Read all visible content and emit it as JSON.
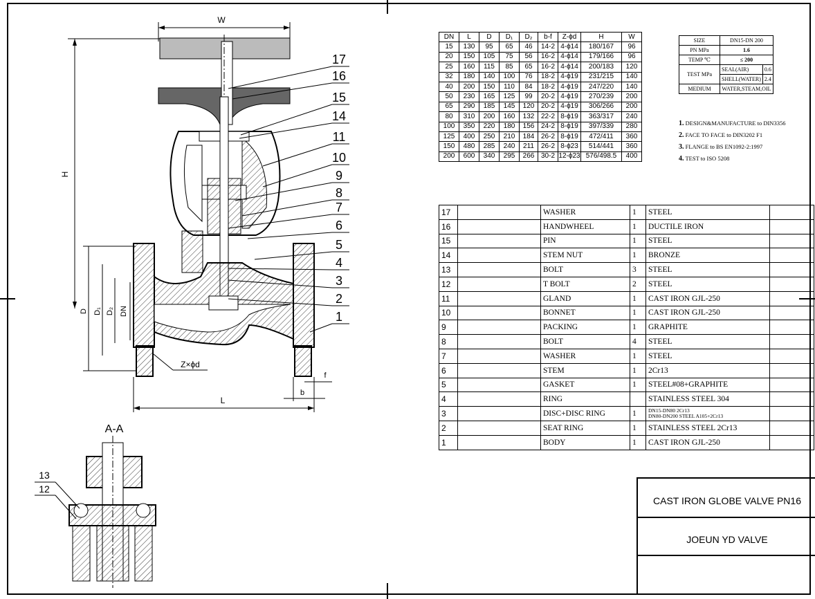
{
  "drawing": {
    "callouts": [
      "17",
      "16",
      "15",
      "14",
      "11",
      "10",
      "9",
      "8",
      "7",
      "6",
      "5",
      "4",
      "3",
      "2",
      "1"
    ],
    "dims": {
      "w": "W",
      "h": "H",
      "d": "D",
      "d1": "D₁",
      "d2": "D₂",
      "dn": "DN",
      "l": "L",
      "b": "b",
      "f": "f",
      "zxphid": "Z×ϕd"
    },
    "section_label": "A-A",
    "section_callouts": [
      "13",
      "12"
    ]
  },
  "dimension_table": {
    "headers": [
      "DN",
      "L",
      "D",
      "D₁",
      "D₂",
      "b-f",
      "Z-ϕd",
      "H",
      "W"
    ],
    "rows": [
      [
        "15",
        "130",
        "95",
        "65",
        "46",
        "14-2",
        "4-ϕ14",
        "180/167",
        "96"
      ],
      [
        "20",
        "150",
        "105",
        "75",
        "56",
        "16-2",
        "4-ϕ14",
        "179/166",
        "96"
      ],
      [
        "25",
        "160",
        "115",
        "85",
        "65",
        "16-2",
        "4-ϕ14",
        "200/183",
        "120"
      ],
      [
        "32",
        "180",
        "140",
        "100",
        "76",
        "18-2",
        "4-ϕ19",
        "231/215",
        "140"
      ],
      [
        "40",
        "200",
        "150",
        "110",
        "84",
        "18-2",
        "4-ϕ19",
        "247/220",
        "140"
      ],
      [
        "50",
        "230",
        "165",
        "125",
        "99",
        "20-2",
        "4-ϕ19",
        "270/239",
        "200"
      ],
      [
        "65",
        "290",
        "185",
        "145",
        "120",
        "20-2",
        "4-ϕ19",
        "306/266",
        "200"
      ],
      [
        "80",
        "310",
        "200",
        "160",
        "132",
        "22-2",
        "8-ϕ19",
        "363/317",
        "240"
      ],
      [
        "100",
        "350",
        "220",
        "180",
        "156",
        "24-2",
        "8-ϕ19",
        "397/339",
        "280"
      ],
      [
        "125",
        "400",
        "250",
        "210",
        "184",
        "26-2",
        "8-ϕ19",
        "472/411",
        "360"
      ],
      [
        "150",
        "480",
        "285",
        "240",
        "211",
        "26-2",
        "8-ϕ23",
        "514/441",
        "360"
      ],
      [
        "200",
        "600",
        "340",
        "295",
        "266",
        "30-2",
        "12-ϕ23",
        "576/498.5",
        "400"
      ]
    ]
  },
  "spec_table": {
    "size_label": "SIZE",
    "size_value": "DN15-DN 200",
    "pn_label": "PN MPa",
    "pn_value": "1.6",
    "temp_label": "TEMP ℃",
    "temp_value": "≤ 200",
    "test_label": "TEST MPa",
    "seal_label": "SEAL(AIR)",
    "seal_value": "0.6",
    "shell_label": "SHELL(WATER)",
    "shell_value": "2.4",
    "medium_label": "MEDIUM",
    "medium_value": "WATER,STEAM,OIL"
  },
  "notes": [
    {
      "num": "1.",
      "text": "DESIGN&MANUFACTURE to DIN3356"
    },
    {
      "num": "2.",
      "text": "FACE TO FACE to DIN3202 F1"
    },
    {
      "num": "3.",
      "text": "FLANGE to BS EN1092-2:1997"
    },
    {
      "num": "4.",
      "text": "TEST to ISO 5208"
    }
  ],
  "parts": [
    {
      "no": "17",
      "name": "WASHER",
      "qty": "1",
      "material": "STEEL"
    },
    {
      "no": "16",
      "name": "HANDWHEEL",
      "qty": "1",
      "material": "DUCTILE IRON"
    },
    {
      "no": "15",
      "name": "PIN",
      "qty": "1",
      "material": "STEEL"
    },
    {
      "no": "14",
      "name": "STEM NUT",
      "qty": "1",
      "material": "BRONZE"
    },
    {
      "no": "13",
      "name": "BOLT",
      "qty": "3",
      "material": "STEEL"
    },
    {
      "no": "12",
      "name": "T BOLT",
      "qty": "2",
      "material": "STEEL"
    },
    {
      "no": "11",
      "name": "GLAND",
      "qty": "1",
      "material": "CAST IRON GJL-250"
    },
    {
      "no": "10",
      "name": "BONNET",
      "qty": "1",
      "material": "CAST IRON GJL-250"
    },
    {
      "no": "9",
      "name": "PACKING",
      "qty": "1",
      "material": "GRAPHITE"
    },
    {
      "no": "8",
      "name": "BOLT",
      "qty": "4",
      "material": "STEEL"
    },
    {
      "no": "7",
      "name": "WASHER",
      "qty": "1",
      "material": "STEEL"
    },
    {
      "no": "6",
      "name": "STEM",
      "qty": "1",
      "material": "2Cr13"
    },
    {
      "no": "5",
      "name": "GASKET",
      "qty": "1",
      "material": "STEEL#08+GRAPHITE"
    },
    {
      "no": "4",
      "name": "RING",
      "qty": "",
      "material": "STAINLESS STEEL 304"
    },
    {
      "no": "3",
      "name": "DISC+DISC RING",
      "qty": "1",
      "material": "DN15-DN80 2Cr13",
      "material2": "DN80-DN200 STEEL A105+2Cr13"
    },
    {
      "no": "2",
      "name": "SEAT RING",
      "qty": "1",
      "material": "STAINLESS STEEL 2Cr13"
    },
    {
      "no": "1",
      "name": "BODY",
      "qty": "1",
      "material": "CAST IRON GJL-250"
    }
  ],
  "title_block": {
    "title": "CAST IRON GLOBE VALVE PN16",
    "company": "JOEUN YD VALVE"
  }
}
